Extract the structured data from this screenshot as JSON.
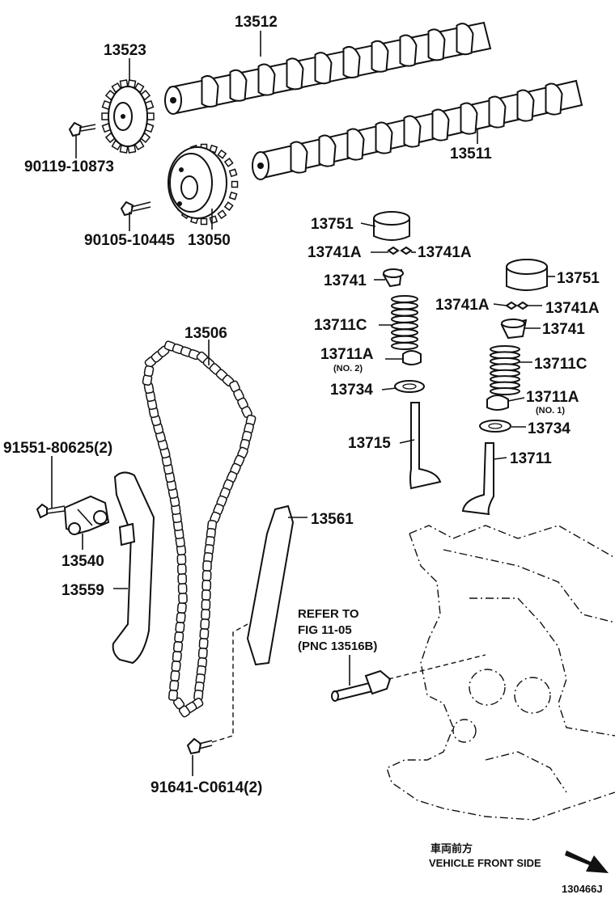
{
  "parts": {
    "p13512": "13512",
    "p13523": "13523",
    "p90119": "90119-10873",
    "p13511": "13511",
    "p90105": "90105-10445",
    "p13050": "13050",
    "p13751_a": "13751",
    "p13741a_a1": "13741A",
    "p13741a_a2": "13741A",
    "p13741_a": "13741",
    "p13711c_a": "13711C",
    "p13711a_a": "13711A",
    "p13711a_a_note": "(NO. 2)",
    "p13734_a": "13734",
    "p13715": "13715",
    "p13751_b": "13751",
    "p13741a_b1": "13741A",
    "p13741a_b2": "13741A",
    "p13741_b": "13741",
    "p13711c_b": "13711C",
    "p13711a_b": "13711A",
    "p13711a_b_note": "(NO. 1)",
    "p13734_b": "13734",
    "p13711": "13711",
    "p13506": "13506",
    "p91551": "91551-80625(2)",
    "p13540": "13540",
    "p13559": "13559",
    "p13561": "13561",
    "p91641": "91641-C0614(2)"
  },
  "reference": {
    "line1": "REFER TO",
    "line2": "FIG 11-05",
    "line3": "(PNC 13516B)"
  },
  "direction": {
    "japanese": "車両前方",
    "english": "VEHICLE FRONT SIDE"
  },
  "figure_id": "130466J"
}
